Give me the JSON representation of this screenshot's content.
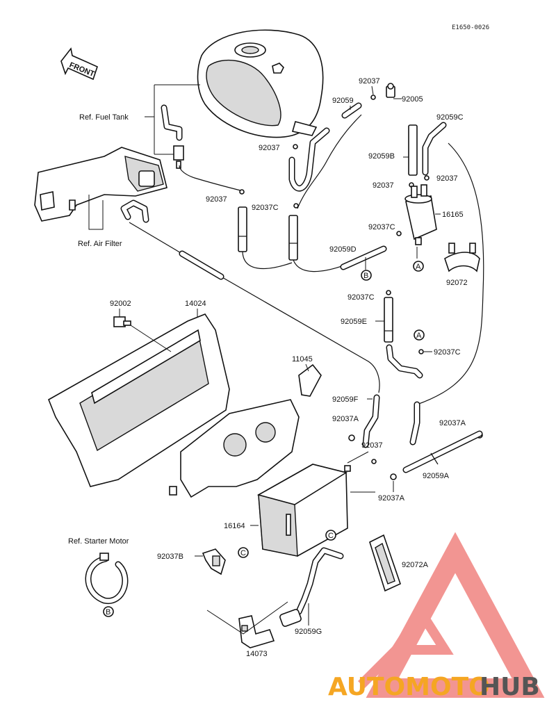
{
  "diagram_code": "E1650-0026",
  "front_arrow_label": "FRONT",
  "refs": {
    "fuel_tank": "Ref. Fuel Tank",
    "air_filter": "Ref. Air Filter",
    "starter_motor": "Ref. Starter Motor"
  },
  "parts": {
    "p92037_top": "92037",
    "p92005": "92005",
    "p92059": "92059",
    "p92059C": "92059C",
    "p92037_left": "92037",
    "p92059B": "92059B",
    "p92037_a": "92037",
    "p92037_b": "92037",
    "p92037_c": "92037",
    "p92037C_mid": "92037C",
    "p16165": "16165",
    "p92037C_2": "92037C",
    "p92059D": "92059D",
    "p92072": "92072",
    "p92002": "92002",
    "p14024": "14024",
    "p92037C_3": "92037C",
    "p92059E": "92059E",
    "p92037C_4": "92037C",
    "p11045": "11045",
    "p92059F": "92059F",
    "p92037A_1": "92037A",
    "p92037A_2": "92037A",
    "p92037_bottom": "92037",
    "p92059A": "92059A",
    "p92037A_3": "92037A",
    "p16164": "16164",
    "p92037B": "92037B",
    "p92072A": "92072A",
    "p92059G": "92059G",
    "p14073": "14073"
  },
  "markers": {
    "a1": "A",
    "a2": "A",
    "b1": "B",
    "b2": "B",
    "c1": "C",
    "c2": "C"
  },
  "watermark": {
    "part1": "AUTOMOTO",
    "part2": "HUB",
    "color1": "#f5a623",
    "color2": "#555555",
    "triangle_color": "#e8403a"
  }
}
